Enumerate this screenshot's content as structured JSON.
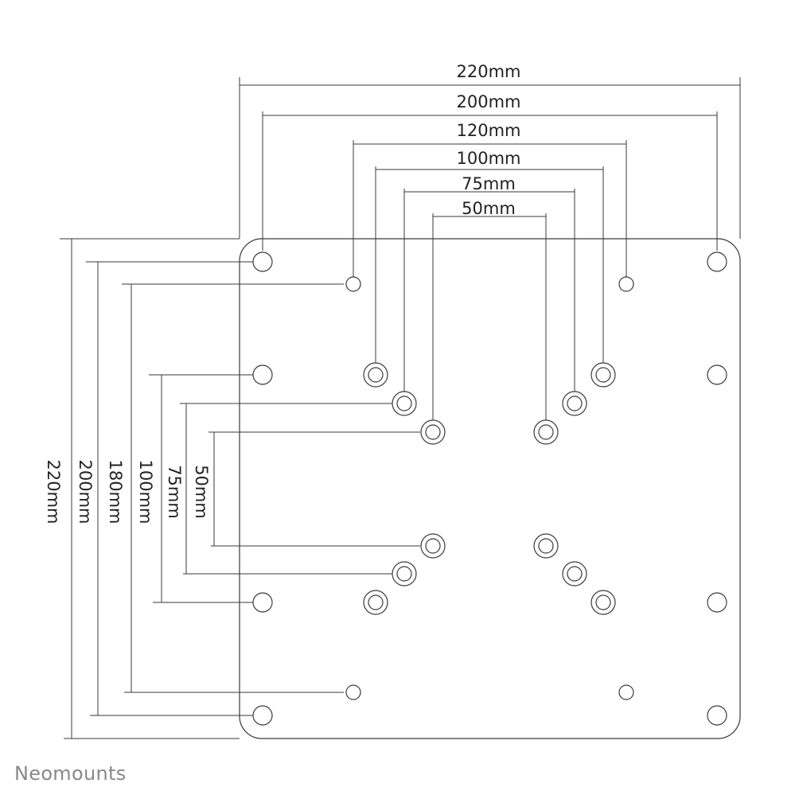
{
  "brand": "Neomounts",
  "horizontal_dimensions": [
    "220mm",
    "200mm",
    "120mm",
    "100mm",
    "75mm",
    "50mm"
  ],
  "vertical_dimensions": [
    "220mm",
    "200mm",
    "180mm",
    "100mm",
    "75mm",
    "50mm"
  ],
  "colors": {
    "line": "#3a3a3a",
    "text": "#222222",
    "brand": "#888888"
  }
}
